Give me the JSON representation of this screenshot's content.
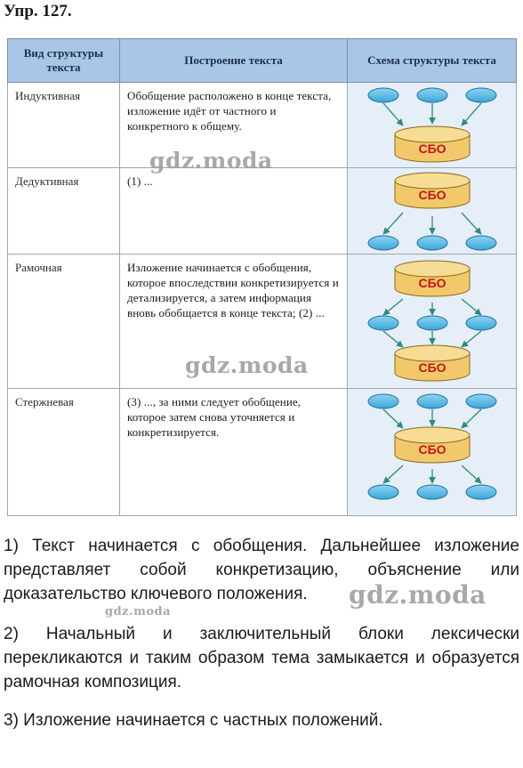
{
  "exercise_title": "Упр. 127.",
  "table": {
    "headers": [
      "Вид структуры текста",
      "Построение текста",
      "Схема структуры текста"
    ],
    "rows": [
      {
        "type": "Индуктивная",
        "text": "Обобщение расположено в конце текста, изложение идёт от частного и конкретного к общему.",
        "schema": "inductive"
      },
      {
        "type": "Дедуктивная",
        "text": "(1) ...",
        "schema": "deductive"
      },
      {
        "type": "Рамочная",
        "text": "Изложение начинается с обобщения, которое впоследствии конкретизируется и детализируется, а затем информация вновь обобщается в конце текста; (2) ...",
        "schema": "frame"
      },
      {
        "type": "Стержневая",
        "text": "(3) ..., за ними следует обобщение, которое затем снова уточняется и конкретизируется.",
        "schema": "core"
      }
    ],
    "block_label": "СБО"
  },
  "answers": [
    "1) Текст начинается с обобщения. Дальнейшее изложение представляет собой конкретизацию, объяснение или доказательство ключевого положения.",
    "2) Начальный и заключительный блоки лексически перекликаются и таким образом тема замыкается и образуется рамочная композиция.",
    "3) Изложение начинается с частных положений."
  ],
  "watermark": "gdz.moda",
  "colors": {
    "header_bg": "#a9c6e6",
    "schema_bg": "#e6eef7",
    "cylinder_fill": "#f2c96a",
    "cylinder_top": "#f7dc95",
    "ellipse_fill": "#3aa6d8",
    "arrow": "#2f8a7a"
  }
}
